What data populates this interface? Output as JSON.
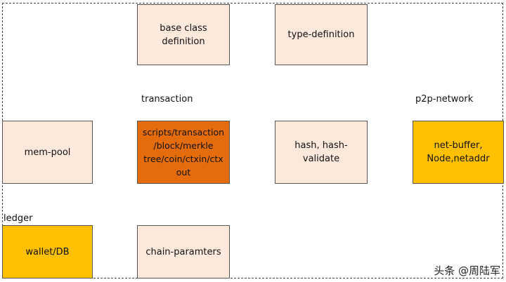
{
  "boxes": {
    "base_class": "base class\ndefinition",
    "type_definition": "type-definition",
    "mem_pool": "mem-pool",
    "scripts": "scripts/transaction\n/block/merkle\ntree/coin/ctxin/ctx\nout",
    "hash": "hash, hash-validate",
    "net_buffer": "net-buffer,\nNode,netaddr",
    "wallet": "wallet/DB",
    "chain_params": "chain-paramters"
  },
  "labels": {
    "transaction": "transaction",
    "p2p_network": "p2p-network",
    "ledger": "ledger"
  },
  "watermark": "头条 @周陆军",
  "colors": {
    "pale_box": "#fde9dc",
    "highlight_box": "#e46c0a",
    "amber_box": "#ffc000",
    "frame": "#444444"
  }
}
